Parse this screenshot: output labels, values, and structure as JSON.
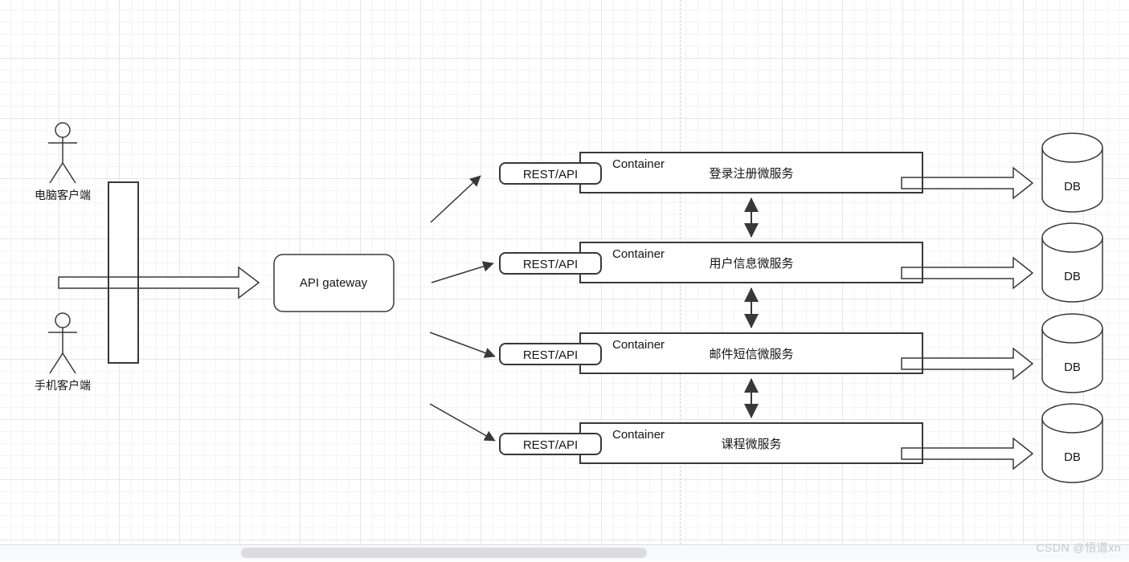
{
  "colors": {
    "stroke": "#383838",
    "grid_minor": "#f4f4f4",
    "grid_major": "#e6e6e6",
    "guide_dashed": "#cfcfcf",
    "watermark_gray": "#c6c6cb",
    "scrollbar_thumb": "#dcdcdf"
  },
  "diagram": {
    "actors": [
      {
        "label": "电脑客户端"
      },
      {
        "label": "手机客户端"
      }
    ],
    "gateway_label": "API gateway",
    "rows": [
      {
        "rest": "REST/API",
        "container_title": "Container",
        "service": "登录注册微服务",
        "db": "DB"
      },
      {
        "rest": "REST/API",
        "container_title": "Container",
        "service": "用户信息微服务",
        "db": "DB"
      },
      {
        "rest": "REST/API",
        "container_title": "Container",
        "service": "邮件短信微服务",
        "db": "DB"
      },
      {
        "rest": "REST/API",
        "container_title": "Container",
        "service": "课程微服务",
        "db": "DB"
      }
    ]
  },
  "watermark": "CSDN @悟道xn"
}
